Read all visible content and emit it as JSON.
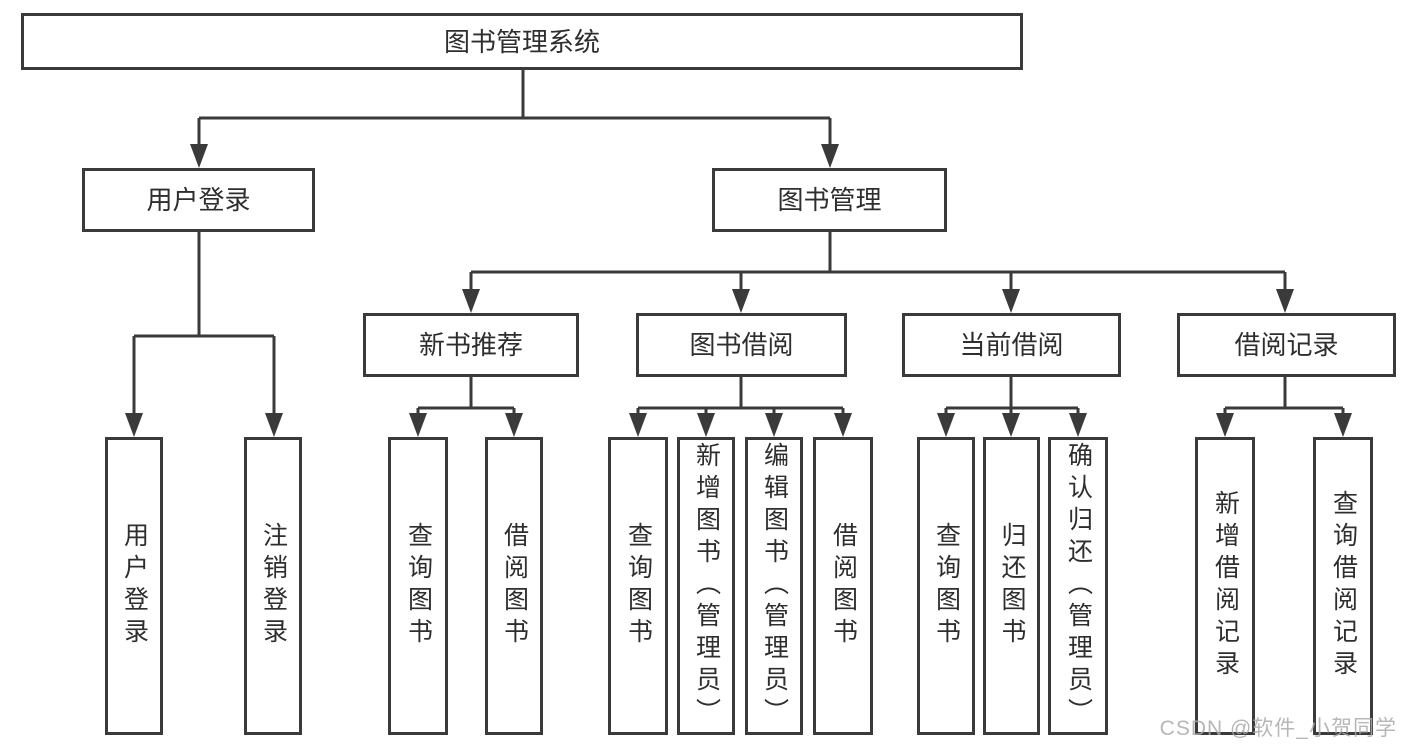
{
  "tree": {
    "label": "图书管理系统",
    "children": [
      {
        "label": "用户登录",
        "children": [
          {
            "label": "用户登录"
          },
          {
            "label": "注销登录"
          }
        ]
      },
      {
        "label": "图书管理",
        "children": [
          {
            "label": "新书推荐",
            "children": [
              {
                "label": "查询图书"
              },
              {
                "label": "借阅图书"
              }
            ]
          },
          {
            "label": "图书借阅",
            "children": [
              {
                "label": "查询图书"
              },
              {
                "label": "新增图书（管理员）"
              },
              {
                "label": "编辑图书（管理员）"
              },
              {
                "label": "借阅图书"
              }
            ]
          },
          {
            "label": "当前借阅",
            "children": [
              {
                "label": "查询图书"
              },
              {
                "label": "归还图书"
              },
              {
                "label": "确认归还（管理员）"
              }
            ]
          },
          {
            "label": "借阅记录",
            "children": [
              {
                "label": "新增借阅记录"
              },
              {
                "label": "查询借阅记录"
              }
            ]
          }
        ]
      }
    ]
  },
  "watermark": {
    "text": "CSDN @软件_小贺同学"
  },
  "colors": {
    "line": "#3a3a3a",
    "text": "#2e2e2e",
    "background": "#ffffff",
    "watermark": "#aaaaaa"
  }
}
